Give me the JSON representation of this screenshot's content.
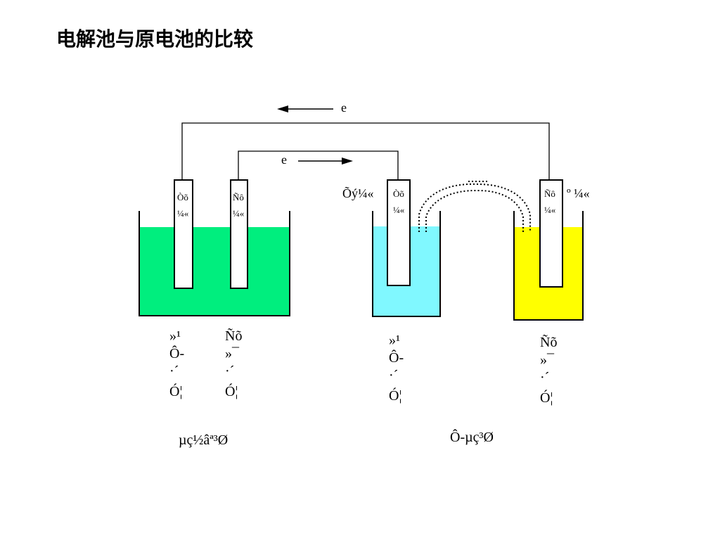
{
  "title": "电解池与原电池的比较",
  "colors": {
    "left_solution": "#00ee7e",
    "middle_solution": "#80f8ff",
    "right_solution": "#ffff00"
  },
  "labels": {
    "electron_top": "e",
    "electron_mid": "e",
    "electrode_1": [
      "Òõ",
      "¼«"
    ],
    "electrode_2": [
      "Ñô",
      "¼«"
    ],
    "electrode_3": [
      "Òõ",
      "¼«"
    ],
    "electrode_4": [
      "Ñô",
      "¼«"
    ],
    "neg_pole": "Õý¼«",
    "pos_pole": "º ¼«",
    "left_col_a": [
      "»¹",
      "Ô-",
      "·´",
      "Ó¦"
    ],
    "left_col_b": [
      "Ñõ",
      "»¯",
      "·´",
      "Ó¦"
    ],
    "mid_col": [
      "»¹",
      "Ô-",
      "·´",
      "Ó¦"
    ],
    "right_col": [
      "Ñõ",
      "»¯",
      "·´",
      "Ó¦"
    ],
    "caption_left": "µç½âª³Ø",
    "caption_right": "Ô-µç³Ø"
  }
}
